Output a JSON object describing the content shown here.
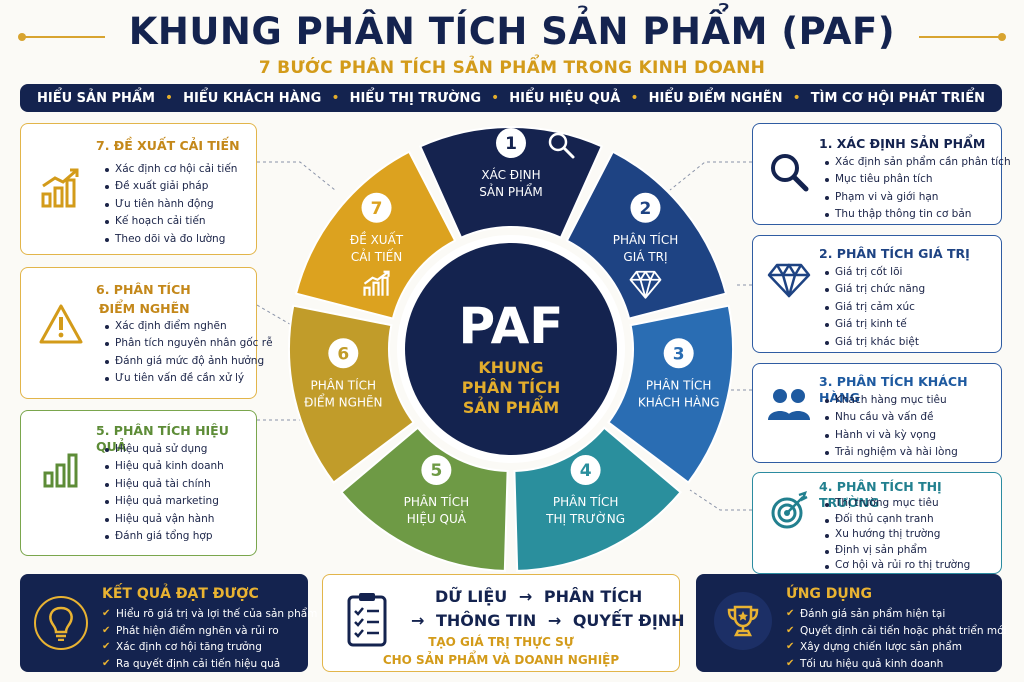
{
  "title": "KHUNG PHÂN TÍCH SẢN PHẨM (PAF)",
  "subtitle": "7 BƯỚC PHÂN TÍCH SẢN PHẨM TRONG KINH DOANH",
  "nav": [
    "HIỂU SẢN PHẨM",
    "HIỂU KHÁCH HÀNG",
    "HIỂU THỊ TRƯỜNG",
    "HIỂU HIỆU QUẢ",
    "HIỂU ĐIỂM NGHẼN",
    "TÌM CƠ HỘI PHÁT TRIỂN"
  ],
  "center": {
    "title": "PAF",
    "line1": "KHUNG",
    "line2": "PHÂN TÍCH",
    "line3": "SẢN PHẨM"
  },
  "segments": [
    {
      "num": "1",
      "line1": "XÁC ĐỊNH",
      "line2": "SẢN PHẨM",
      "color": "#15234f",
      "icon": "magnifier-icon"
    },
    {
      "num": "2",
      "line1": "PHÂN TÍCH",
      "line2": "GIÁ TRỊ",
      "color": "#1e4383",
      "icon": "diamond-icon"
    },
    {
      "num": "3",
      "line1": "PHÂN TÍCH",
      "line2": "KHÁCH HÀNG",
      "color": "#2a6db3",
      "icon": ""
    },
    {
      "num": "4",
      "line1": "PHÂN TÍCH",
      "line2": "THỊ TRƯỜNG",
      "color": "#2a8f9d",
      "icon": ""
    },
    {
      "num": "5",
      "line1": "PHÂN TÍCH",
      "line2": "HIỆU QUẢ",
      "color": "#6e9a45",
      "icon": ""
    },
    {
      "num": "6",
      "line1": "PHÂN TÍCH",
      "line2": "ĐIỂM NGHẼN",
      "color": "#c19c2a",
      "icon": ""
    },
    {
      "num": "7",
      "line1": "ĐỀ XUẤT",
      "line2": "CẢI TIẾN",
      "color": "#dca21f",
      "icon": "growth-chart-icon"
    }
  ],
  "cards": {
    "c7": {
      "title": "7. ĐỀ XUẤT CẢI TIẾN",
      "color": "#c4881a",
      "items": [
        "Xác định cơ hội cải tiến",
        "Đề xuất giải pháp",
        "Ưu tiên hành động",
        "Kế hoạch cải tiến",
        "Theo dõi và đo lường"
      ]
    },
    "c6": {
      "title1": "6. PHÂN TÍCH",
      "title2": "ĐIỂM NGHẼN",
      "color": "#c4881a",
      "items": [
        "Xác định điểm nghẽn",
        "Phân tích nguyên nhân gốc rễ",
        "Đánh giá mức độ ảnh hưởng",
        "Ưu tiên vấn đề cần xử lý"
      ]
    },
    "c5": {
      "title": "5. PHÂN TÍCH HIỆU QUẢ",
      "color": "#5d8c37",
      "items": [
        "Hiệu quả sử dụng",
        "Hiệu quả kinh doanh",
        "Hiệu quả tài chính",
        "Hiệu quả marketing",
        "Hiệu quả vận hành",
        "Đánh giá tổng hợp"
      ]
    },
    "c1": {
      "title": "1. XÁC ĐỊNH SẢN PHẨM",
      "color": "#14234f",
      "items": [
        "Xác định sản phẩm cần phân tích",
        "Mục tiêu phân tích",
        "Phạm vi và giới hạn",
        "Thu thập thông tin cơ bản"
      ]
    },
    "c2": {
      "title": "2. PHÂN TÍCH GIÁ TRỊ",
      "color": "#1e4383",
      "items": [
        "Giá trị cốt lõi",
        "Giá trị chức năng",
        "Giá trị cảm xúc",
        "Giá trị kinh tế",
        "Giá trị khác biệt"
      ]
    },
    "c3": {
      "title": "3. PHÂN TÍCH KHÁCH HÀNG",
      "color": "#1e5aa0",
      "items": [
        "Khách hàng mục tiêu",
        "Nhu cầu và vấn đề",
        "Hành vi và kỳ vọng",
        "Trải nghiệm và hài lòng"
      ]
    },
    "c4": {
      "title": "4. PHÂN TÍCH THỊ TRƯỜNG",
      "color": "#22808f",
      "items": [
        "Thị trường mục tiêu",
        "Đối thủ cạnh tranh",
        "Xu hướng thị trường",
        "Định vị sản phẩm",
        "Cơ hội và rủi ro thị trường"
      ]
    }
  },
  "results": {
    "title": "KẾT QUẢ ĐẠT ĐƯỢC",
    "items": [
      "Hiểu rõ giá trị và lợi thế của sản phẩm",
      "Phát hiện điểm nghẽn và rủi ro",
      "Xác định cơ hội tăng trưởng",
      "Ra quyết định cải tiến hiệu quả"
    ]
  },
  "flow": {
    "a": "DỮ LIỆU",
    "b": "PHÂN TÍCH",
    "c": "THÔNG TIN",
    "d": "QUYẾT ĐỊNH",
    "arrow": "→",
    "value1": "TẠO GIÁ TRỊ THỰC SỰ",
    "value2": "CHO SẢN PHẨM VÀ DOANH NGHIỆP"
  },
  "apply": {
    "title": "ỨNG DỤNG",
    "items": [
      "Đánh giá sản phẩm hiện tại",
      "Quyết định cải tiến hoặc phát triển mới",
      "Xây dựng chiến lược sản phẩm",
      "Tối ưu hiệu quả kinh doanh"
    ]
  }
}
